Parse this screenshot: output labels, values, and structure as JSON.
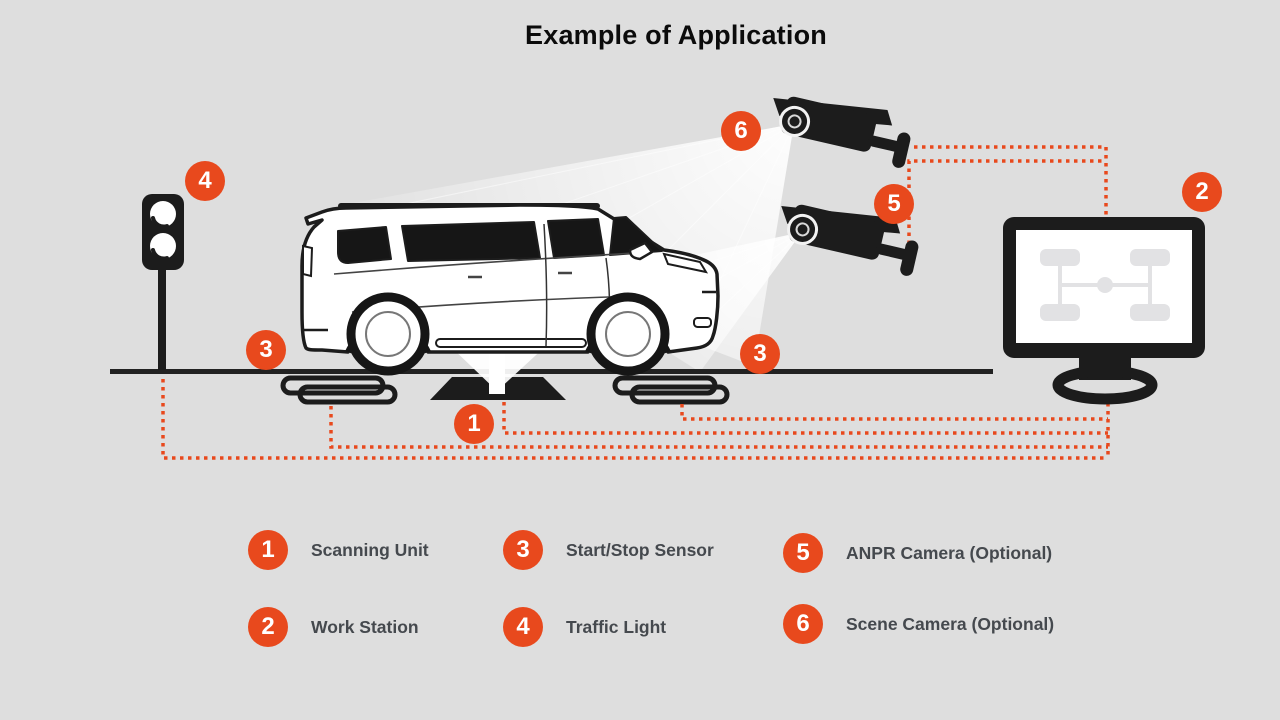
{
  "title": "Example of Application",
  "colors": {
    "background": "#dedede",
    "accent_orange": "#e8491d",
    "ink_black": "#1c1c1c",
    "legend_text": "#45494e",
    "screen_icon_gray": "#e2e2e4"
  },
  "diagram": {
    "badges": [
      {
        "number": "1"
      },
      {
        "number": "2"
      },
      {
        "number": "3"
      },
      {
        "number": "3"
      },
      {
        "number": "4"
      },
      {
        "number": "5"
      },
      {
        "number": "6"
      }
    ]
  },
  "legend": {
    "items": [
      {
        "number": "1",
        "label": "Scanning Unit"
      },
      {
        "number": "2",
        "label": "Work Station"
      },
      {
        "number": "3",
        "label": "Start/Stop Sensor"
      },
      {
        "number": "4",
        "label": "Traffic Light"
      },
      {
        "number": "5",
        "label": "ANPR Camera (Optional)"
      },
      {
        "number": "6",
        "label": "Scene Camera (Optional)"
      }
    ]
  }
}
